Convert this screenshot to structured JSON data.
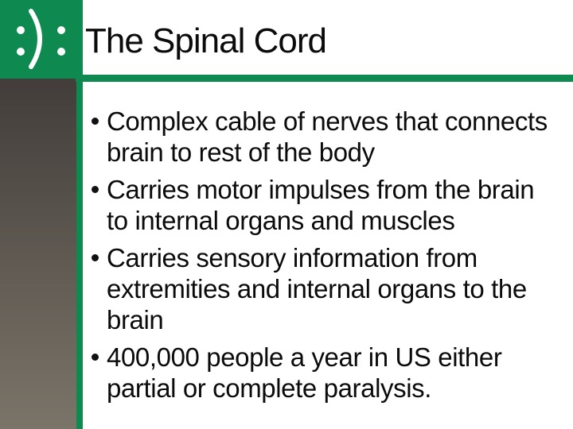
{
  "slide": {
    "title": "The Spinal Cord",
    "logo": {
      "glyph": ":):",
      "square_color": "#0E8A50",
      "glyph_color": "#ffffff"
    },
    "bullets": [
      {
        "lines": [
          "Complex cable of nerves that connects",
          "brain to rest of the body"
        ]
      },
      {
        "lines": [
          "Carries motor impulses from the brain",
          "to internal organs and muscles"
        ]
      },
      {
        "lines": [
          "Carries sensory information from",
          "extremities and internal organs to the",
          "brain"
        ]
      },
      {
        "lines": [
          "400,000 people a year in US either",
          "partial or complete paralysis."
        ]
      }
    ],
    "colors": {
      "accent_green": "#0E8A50",
      "sidebar_gradient_top": "#423D3A",
      "sidebar_gradient_bottom": "#7B7469",
      "text": "#0b0b0b",
      "background": "#ffffff"
    }
  }
}
